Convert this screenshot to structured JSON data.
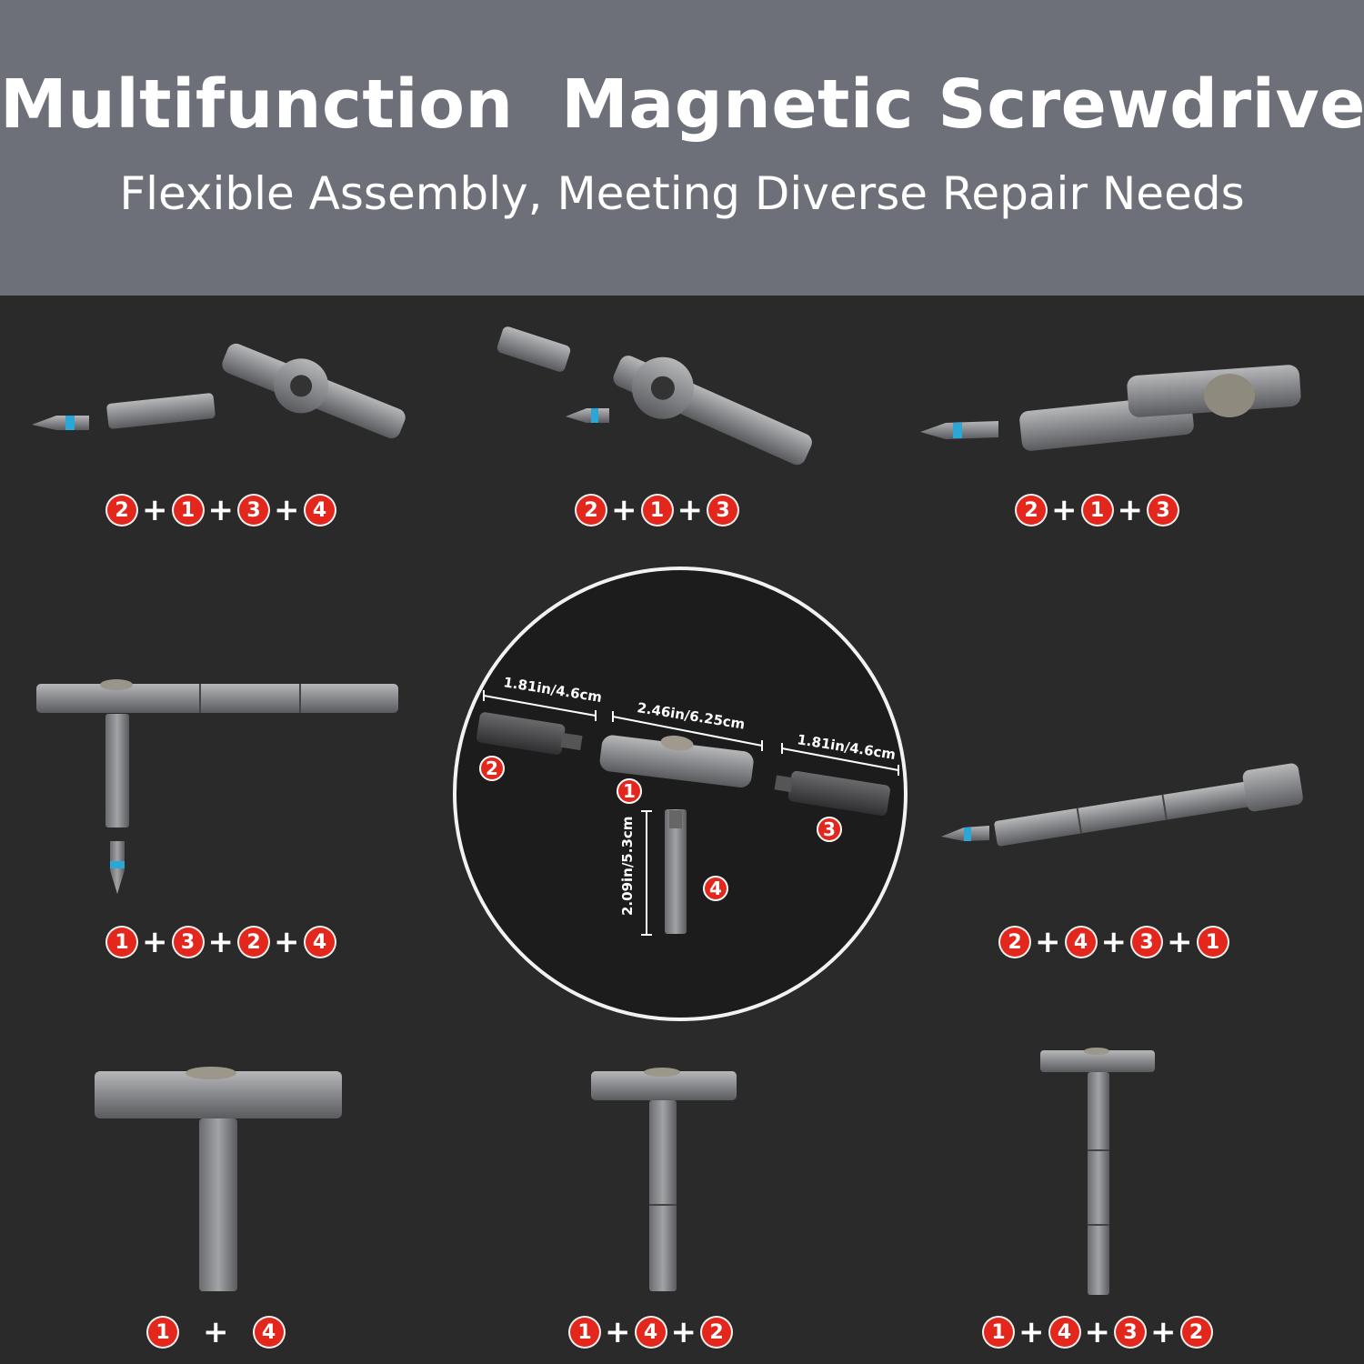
{
  "header": {
    "title": "Multifunction  Magnetic Screwdriver",
    "subtitle": "Flexible Assembly, Meeting Diverse Repair Needs"
  },
  "colors": {
    "header_bg": "#6e7079",
    "stage_bg": "#2a2a2b",
    "badge": "#e3271d",
    "bit_accent": "#2aa7d6"
  },
  "formulas": [
    [
      "2",
      "1",
      "3",
      "4"
    ],
    [
      "2",
      "1",
      "3"
    ],
    [
      "2",
      "1",
      "3"
    ],
    [
      "1",
      "3",
      "2",
      "4"
    ],
    [
      "2",
      "4",
      "3",
      "1"
    ],
    [
      "1",
      "4"
    ],
    [
      "1",
      "4",
      "2"
    ],
    [
      "1",
      "4",
      "3",
      "2"
    ]
  ],
  "center": {
    "dims": {
      "part2": "1.81in/4.6cm",
      "part1": "2.46in/6.25cm",
      "part3": "1.81in/4.6cm",
      "part4": "2.09in/5.3cm"
    },
    "labels": {
      "p1": "1",
      "p2": "2",
      "p3": "3",
      "p4": "4"
    }
  }
}
